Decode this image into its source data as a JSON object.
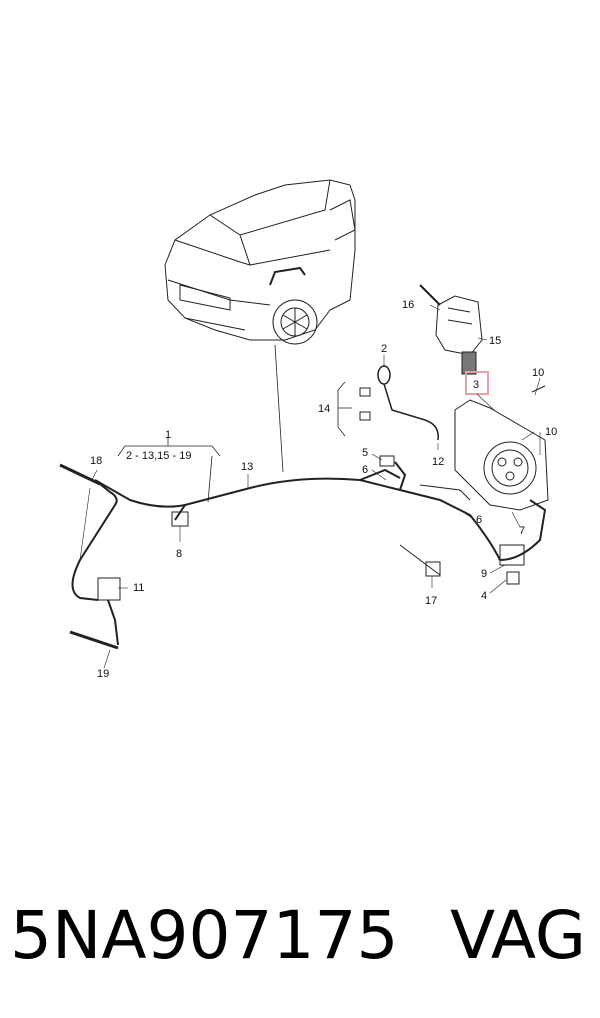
{
  "callouts": {
    "c1": "1",
    "c1range": "2 - 13,15 - 19",
    "c2": "2",
    "c3": "3",
    "c4": "4",
    "c5": "5",
    "c6a": "6",
    "c6b": "6",
    "c7": "7",
    "c8": "8",
    "c9": "9",
    "c10a": "10",
    "c10b": "10",
    "c11": "11",
    "c12": "12",
    "c13": "13",
    "c14": "14",
    "c15": "15",
    "c16": "16",
    "c17": "17",
    "c18": "18",
    "c19": "19"
  },
  "caption": {
    "part_number": "5NA907175",
    "brand": "VAG"
  },
  "colors": {
    "highlight": "#e8a0a8",
    "line": "#222222"
  }
}
